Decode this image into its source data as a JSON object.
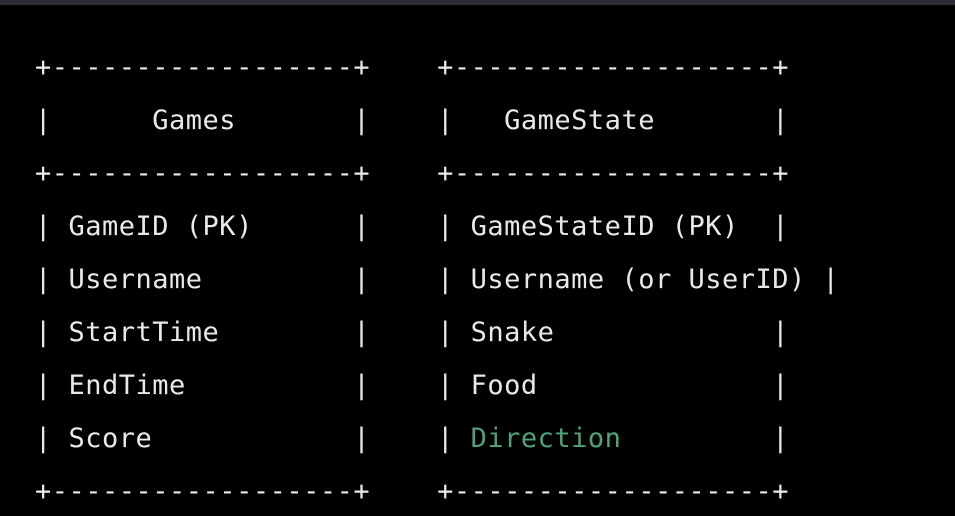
{
  "code_block": {
    "lines": [
      {
        "pre": "+------------------+    +-------------------+",
        "hl": "",
        "post": ""
      },
      {
        "pre": "|      Games       |    |   GameState       |",
        "hl": "",
        "post": ""
      },
      {
        "pre": "+------------------+    +-------------------+",
        "hl": "",
        "post": ""
      },
      {
        "pre": "| GameID (PK)      |    | GameStateID (PK)  |",
        "hl": "",
        "post": ""
      },
      {
        "pre": "| Username         |    | Username (or UserID) |",
        "hl": "",
        "post": ""
      },
      {
        "pre": "| StartTime        |    | Snake             |",
        "hl": "",
        "post": ""
      },
      {
        "pre": "| EndTime          |    | Food              |",
        "hl": "",
        "post": ""
      },
      {
        "pre": "| Score            |    | ",
        "hl": "Direction",
        "post": "         |"
      },
      {
        "pre": "+------------------+    +-------------------+",
        "hl": "",
        "post": ""
      }
    ],
    "colors": {
      "background": "#000000",
      "text": "#e9e9e9",
      "highlight": "#4fa37a",
      "top_bar": "#2b2c34"
    }
  }
}
